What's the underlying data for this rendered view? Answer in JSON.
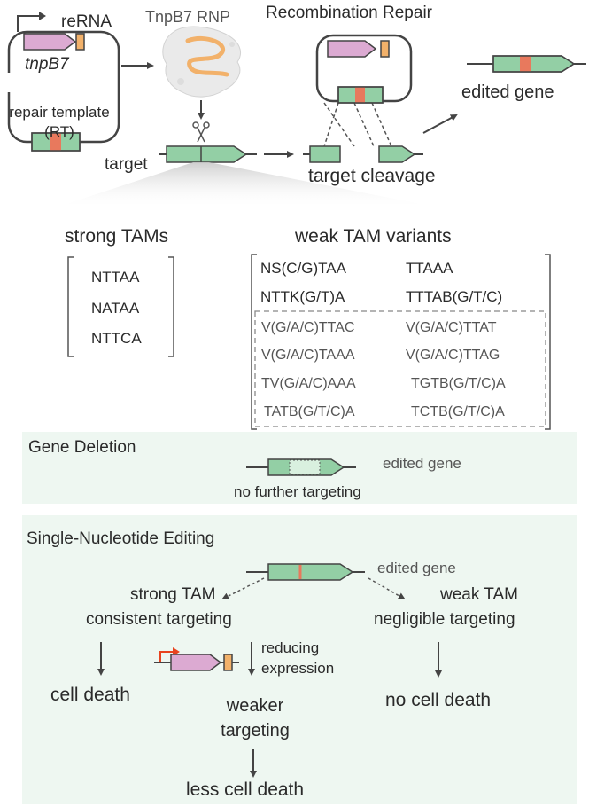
{
  "top": {
    "rerna": "reRNA",
    "tnpb7_gene": "tnpB7",
    "repair_template_line1": "repair template",
    "repair_template_line2": "(RT)",
    "rnp_title": "TnpB7 RNP",
    "recombination_title": "Recombination Repair",
    "target_label": "target",
    "cleavage_label": "target cleavage",
    "edited_gene": "edited gene"
  },
  "tams": {
    "strong_title": "strong TAMs",
    "strong": [
      "NTTAA",
      "NATAA",
      "NTTCA"
    ],
    "weak_title": "weak TAM variants",
    "weak_top": [
      [
        "NS(C/G)TAA",
        "TTAAA"
      ],
      [
        "NTTK(G/T)A",
        "TTTAB(G/T/C)"
      ]
    ],
    "weak_dashed": [
      [
        "V(G/A/C)TTAC",
        "V(G/A/C)TTAT"
      ],
      [
        "V(G/A/C)TAAA",
        "V(G/A/C)TTAG"
      ],
      [
        "TV(G/A/C)AAA",
        "TGTB(G/T/C)A"
      ],
      [
        "TATB(G/T/C)A",
        "TCTB(G/T/C)A"
      ]
    ]
  },
  "deletion": {
    "title": "Gene Deletion",
    "edited_gene": "edited gene",
    "note": "no further targeting"
  },
  "sne": {
    "title": "Single-Nucleotide Editing",
    "edited_gene": "edited gene",
    "strong_line1": "strong TAM",
    "strong_line2": "consistent targeting",
    "weak_line1": "weak TAM",
    "weak_line2": "negligible targeting",
    "cell_death": "cell death",
    "reducing_line1": "reducing",
    "reducing_line2": "expression",
    "weaker_line1": "weaker",
    "weaker_line2": "targeting",
    "less_cell_death": "less cell death",
    "no_cell_death": "no cell death"
  },
  "colors": {
    "gene_green": "#93cfa5",
    "edit_red": "#e8795d",
    "pink": "#dcaad2",
    "orange": "#f2b16a",
    "panel": "#eef7f1",
    "promoter_red": "#e8431f"
  }
}
